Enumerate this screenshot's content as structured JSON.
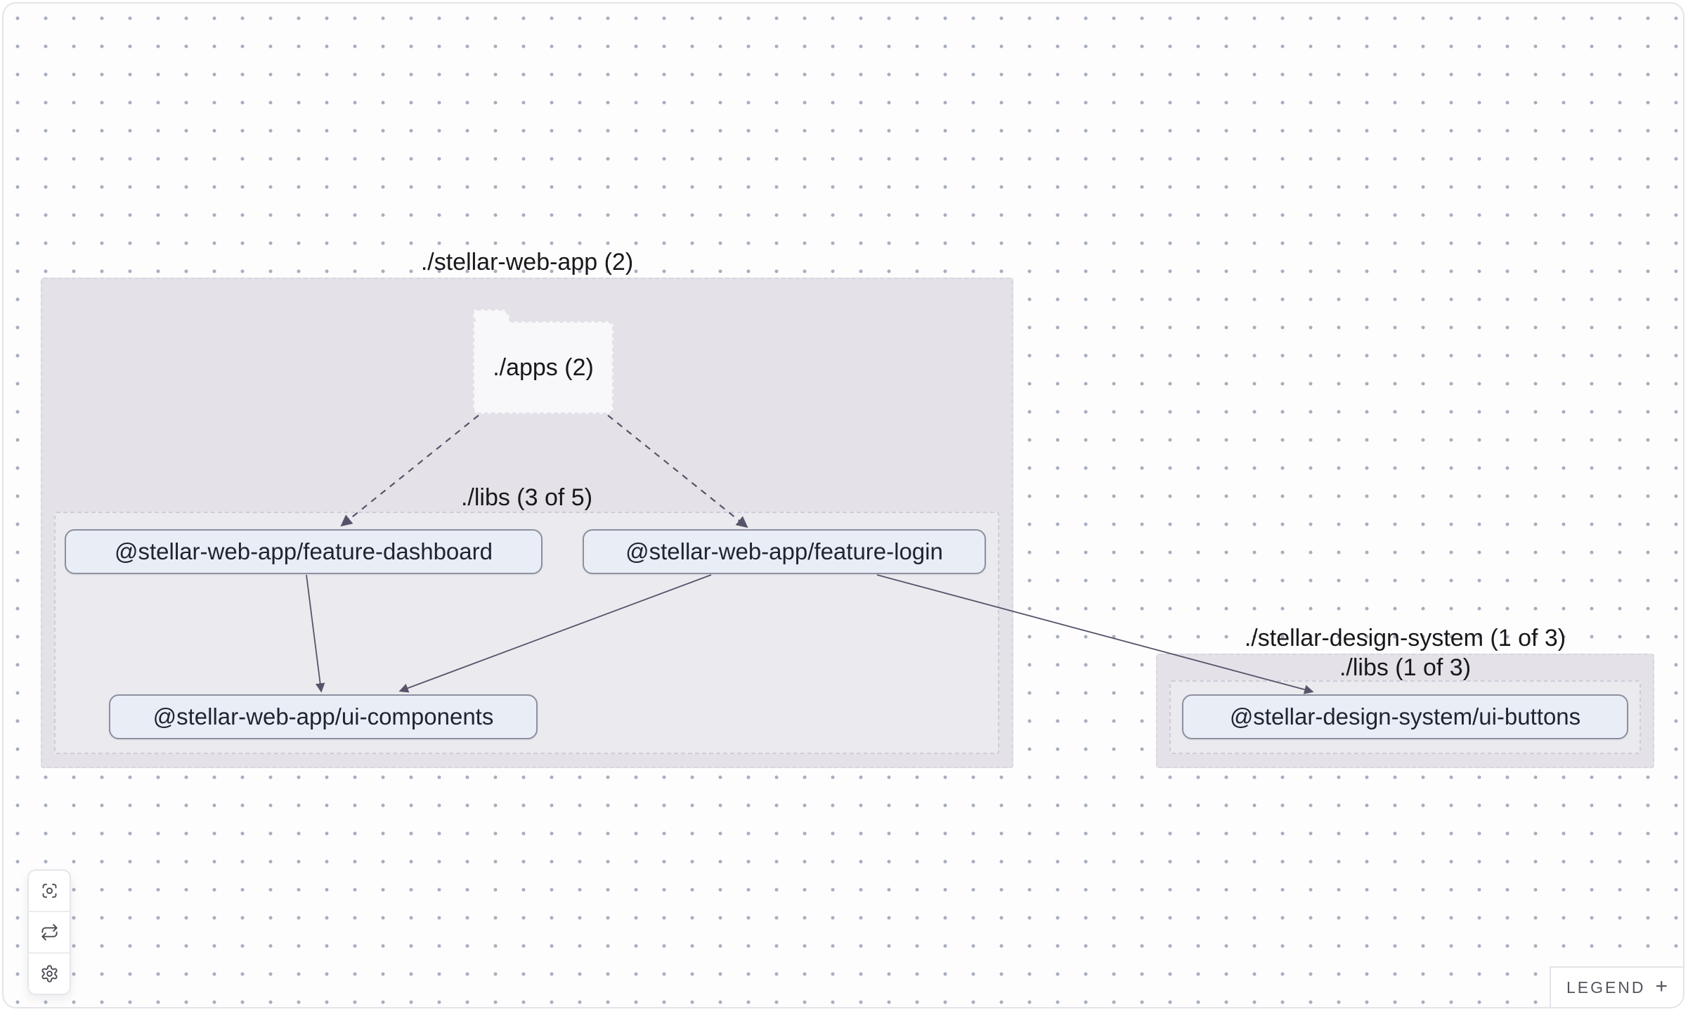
{
  "graph": {
    "groups": {
      "stellar_web_app": {
        "label": "./stellar-web-app (2)",
        "apps_folder_label": "./apps (2)",
        "libs_label": "./libs (3 of 5)"
      },
      "stellar_design_system": {
        "label": "./stellar-design-system (1 of 3)",
        "libs_label": "./libs (1 of 3)"
      }
    },
    "nodes": {
      "feature_dashboard": "@stellar-web-app/feature-dashboard",
      "feature_login": "@stellar-web-app/feature-login",
      "ui_components": "@stellar-web-app/ui-components",
      "ui_buttons": "@stellar-design-system/ui-buttons"
    },
    "edges": [
      {
        "from": "./apps",
        "to": "@stellar-web-app/feature-dashboard",
        "style": "dashed",
        "points": [
          676,
          586,
          482,
          742
        ]
      },
      {
        "from": "./apps",
        "to": "@stellar-web-app/feature-login",
        "style": "dashed",
        "points": [
          860,
          586,
          1057,
          744
        ]
      },
      {
        "from": "@stellar-web-app/feature-dashboard",
        "to": "@stellar-web-app/ui-components",
        "style": "solid",
        "points": [
          431,
          813,
          452,
          978
        ]
      },
      {
        "from": "@stellar-web-app/feature-login",
        "to": "@stellar-web-app/ui-components",
        "style": "solid",
        "points": [
          1007,
          813,
          565,
          978
        ]
      },
      {
        "from": "@stellar-web-app/feature-login",
        "to": "@stellar-design-system/ui-buttons",
        "style": "solid",
        "points": [
          1243,
          813,
          1862,
          979
        ]
      }
    ]
  },
  "toolbar": {
    "buttons": [
      {
        "name": "focus-button",
        "icon": "focus-icon"
      },
      {
        "name": "refresh-button",
        "icon": "refresh-icon"
      },
      {
        "name": "settings-button",
        "icon": "gear-icon"
      }
    ]
  },
  "legend": {
    "label": "LEGEND",
    "expand_symbol": "+"
  },
  "colors": {
    "group_fill": "#e4e2e8",
    "node_fill": "#e9edf6",
    "node_border": "#8c90a0",
    "edge": "#57536a",
    "dot": "#a7afbd",
    "canvas_border": "#e4e4e8"
  }
}
